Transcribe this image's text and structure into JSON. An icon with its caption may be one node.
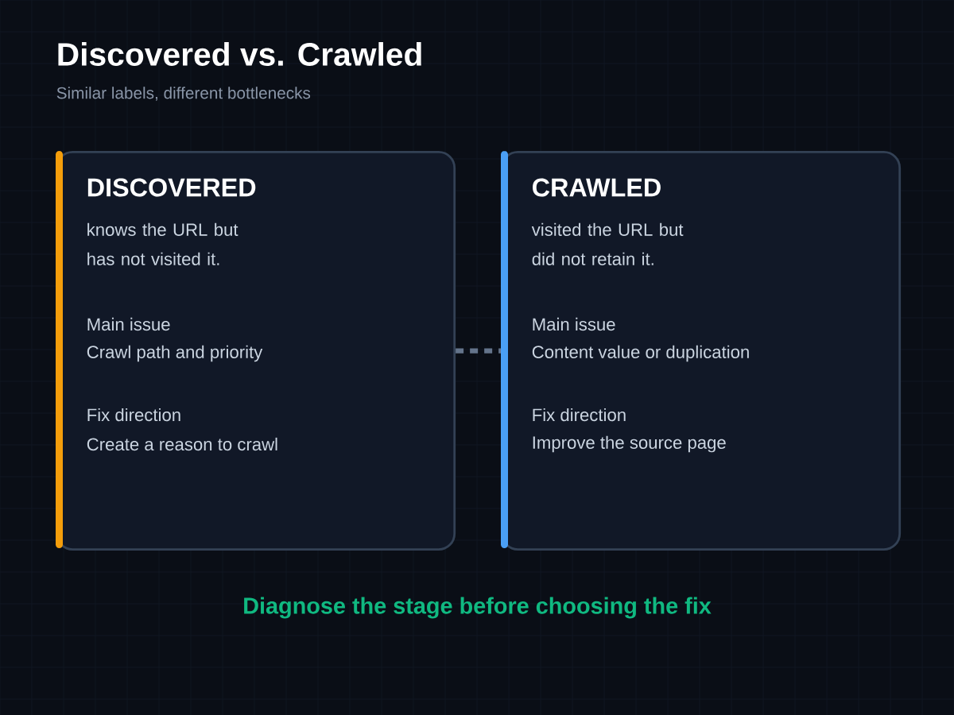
{
  "diagram": {
    "title": "Discovered vs. Crawled",
    "nodes": [
      {
        "text": [
          "DISCOVERED",
          "knows the URL but has not visited it.",
          "Main issue",
          "Crawl path and priority",
          "Fix direction",
          "Create a reason to crawl"
        ]
      },
      {
        "text": [
          "CRAWLED",
          "visited the URL but did not retain it.",
          "Main issue",
          "Content value or duplication",
          "Fix direction",
          "Improve the source page"
        ]
      }
    ],
    "edges": [
      {
        "from": 0,
        "to": 1,
        "arrow": "none",
        "style": "dashed"
      }
    ],
    "labels": [
      "Similar labels, different bottlenecks",
      "Diagnose the stage before choosing the fix"
    ]
  }
}
